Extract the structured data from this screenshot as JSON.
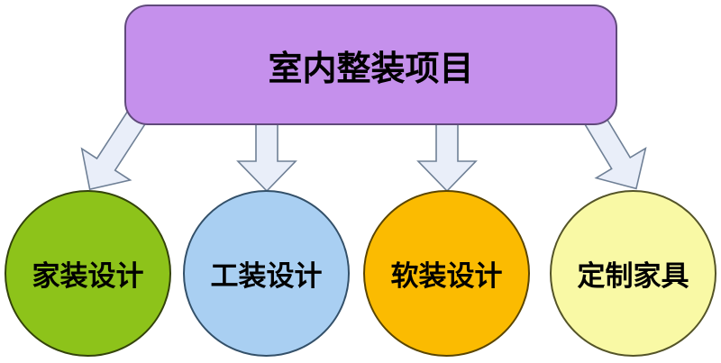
{
  "header": {
    "label": "室内整装项目"
  },
  "nodes": [
    {
      "label": "家装设计"
    },
    {
      "label": "工装设计"
    },
    {
      "label": "软装设计"
    },
    {
      "label": "定制家具"
    }
  ],
  "edges": [
    {
      "from": "室内整装项目",
      "to": "家装设计",
      "arrow": "block-arrow-down-left"
    },
    {
      "from": "室内整装项目",
      "to": "工装设计",
      "arrow": "block-arrow-down"
    },
    {
      "from": "室内整装项目",
      "to": "软装设计",
      "arrow": "block-arrow-down"
    },
    {
      "from": "室内整装项目",
      "to": "定制家具",
      "arrow": "block-arrow-down-right"
    }
  ],
  "colors": {
    "header_fill": "#c590ec",
    "header_border": "#604a7b",
    "arrow_fill": "#e9eef9",
    "arrow_border": "#6f8096",
    "node_home_fill": "#8dc31a",
    "node_home_border": "#33430a",
    "node_commercial_fill": "#a9cff2",
    "node_commercial_border": "#335069",
    "node_soft_fill": "#fbbb01",
    "node_soft_border": "#5a4500",
    "node_custom_fill": "#f9f9a5",
    "node_custom_border": "#545428",
    "text": "#000000",
    "background": "#ffffff"
  }
}
